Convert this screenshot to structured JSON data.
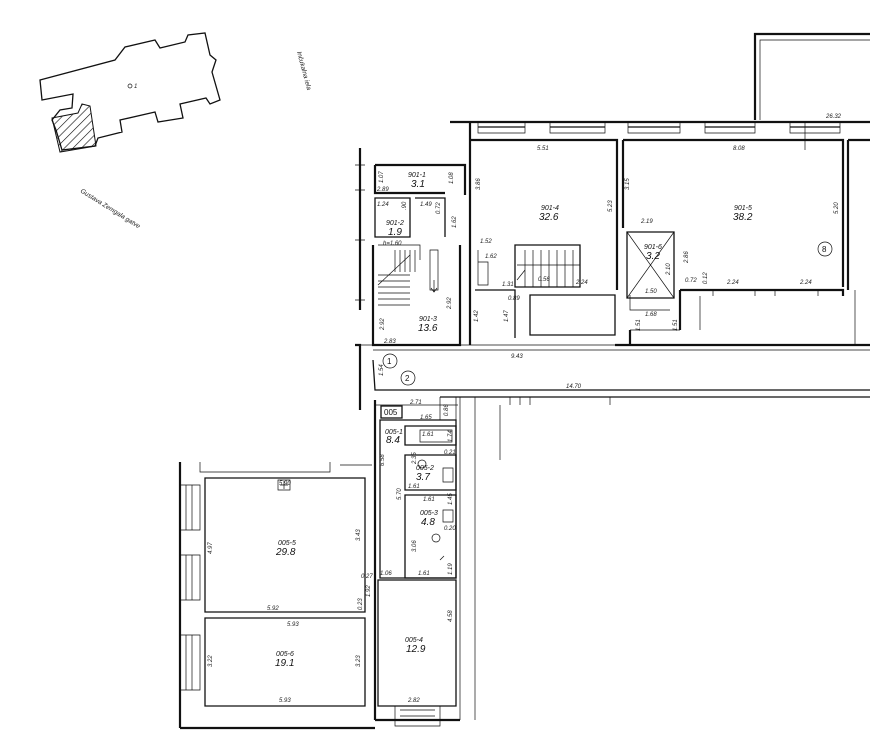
{
  "streets": {
    "street_1": "Inčukalna iela",
    "street_2": "Gustava Zemgala gatve"
  },
  "site_marker": "1",
  "grid_markers": [
    "1",
    "2",
    "8"
  ],
  "unit_box": "005",
  "rooms": [
    {
      "id": "901-1",
      "area": "3.1"
    },
    {
      "id": "901-2",
      "area": "1.9"
    },
    {
      "id": "901-3",
      "area": "13.6"
    },
    {
      "id": "901-4",
      "area": "32.6"
    },
    {
      "id": "901-5",
      "area": "38.2"
    },
    {
      "id": "901-6",
      "area": "3.2"
    },
    {
      "id": "005-1",
      "area": "8.4"
    },
    {
      "id": "005-2",
      "area": "3.7"
    },
    {
      "id": "005-3",
      "area": "4.8"
    },
    {
      "id": "005-4",
      "area": "12.9"
    },
    {
      "id": "005-5",
      "area": "29.8"
    },
    {
      "id": "005-6",
      "area": "19.1"
    }
  ],
  "stair_height": "h=1.60",
  "dimensions": {
    "d_26_32": "26.32",
    "d_5_51": "5.51",
    "d_8_08": "8.08",
    "d_1_07": "1.07",
    "d_2_89": "2.89",
    "d_1_08": "1.08",
    "d_1_24": "1.24",
    "d_0_90": ".90",
    "d_1_49": "1.49",
    "d_0_72": "0.72",
    "d_3_86": "3.86",
    "d_3_15": "3.15",
    "d_5_23": "5.23",
    "d_5_20": "5.20",
    "d_2_19": "2.19",
    "d_1_62a": "1.62",
    "d_1_52": "1.52",
    "d_1_62b": "1.62",
    "d_2_86": "2.86",
    "d_2_10": "2.10",
    "d_2_24a": "2.24",
    "d_2_24b": "2.24",
    "d_2_24c": "2.24",
    "d_0_72b": "0.72",
    "d_0_56": "0.56",
    "d_0_12": "0.12",
    "d_1_50": "1.50",
    "d_1_68": "1.68",
    "d_1_51a": "1.51",
    "d_1_51b": "1.51",
    "d_1_31": "1.31",
    "d_0_89": "0.89",
    "d_1_47": "1.47",
    "d_1_42": "1.42",
    "d_2_92a": "2.92",
    "d_2_92b": "2.92",
    "d_2_83": "2.83",
    "d_9_43": "9.43",
    "d_1_54": "1.54",
    "d_14_70": "14.70",
    "d_2_71": "2.71",
    "d_0_86": "0.86",
    "d_1_65": "1.65",
    "d_1_61a": "1.61",
    "d_1_61b": "1.61",
    "d_1_61c": "1.61",
    "d_1_61d": "1.61",
    "d_2_35": "2.35",
    "d_6_58": "6.58",
    "d_5_70": "5.70",
    "d_1_45": "1.45",
    "d_3_06": "3.06",
    "d_1_19": "1.19",
    "d_1_06": "1.06",
    "d_5_90": "5.90",
    "d_4_97": "4.97",
    "d_3_43": "3.43",
    "d_0_27": "0.27",
    "d_1_92": "1.92",
    "d_0_23": "0.23",
    "d_5_92": "5.92",
    "d_5_93a": "5.93",
    "d_3_22": "3.22",
    "d_3_23": "3.23",
    "d_5_93b": "5.93",
    "d_4_58": "4.58",
    "d_2_82": "2.82",
    "d_1_74": "1.74",
    "d_0_21": "0.21",
    "d_0_20": "0.20"
  }
}
